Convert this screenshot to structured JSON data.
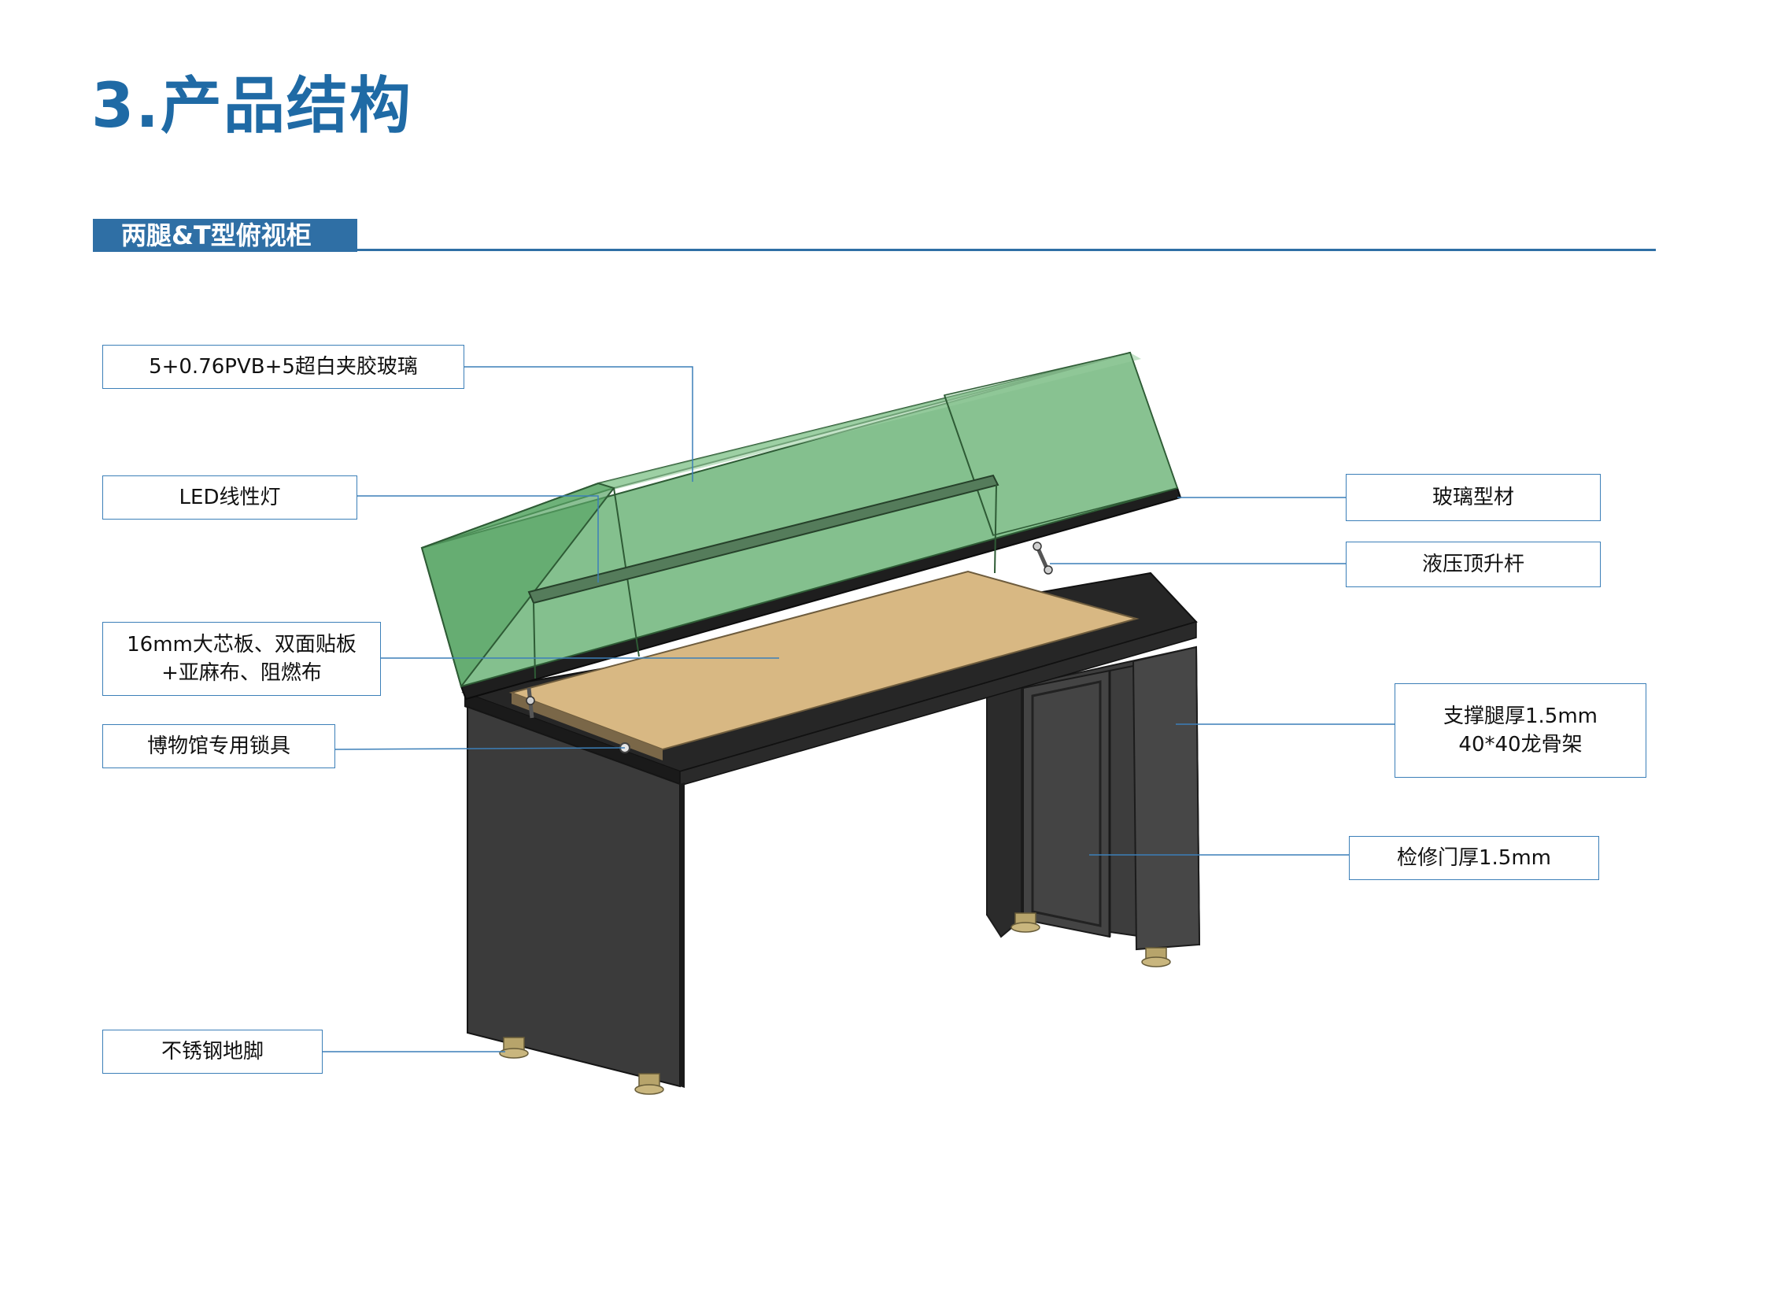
{
  "header": {
    "title": "3.产品结构",
    "section_tab": "两腿&T型俯视柜"
  },
  "colors": {
    "title_blue": "#1f6aa5",
    "tab_blue": "#2f6fa5",
    "callout_border": "#3c7fb8",
    "glass_green": "#6fb57a",
    "cabinet_dark": "#3a3a3a",
    "linen_beige": "#d8b883"
  },
  "callouts": {
    "glass": "5+0.76PVB+5超白夹胶玻璃",
    "led": "LED线性灯",
    "board_line1": "16mm大芯板、双面贴板",
    "board_line2": "+亚麻布、阻燃布",
    "lock": "博物馆专用锁具",
    "feet": "不锈钢地脚",
    "glass_profile": "玻璃型材",
    "hydraulic": "液压顶升杆",
    "leg_line1": "支撑腿厚1.5mm",
    "leg_line2": "40*40龙骨架",
    "door": "检修门厚1.5mm"
  }
}
